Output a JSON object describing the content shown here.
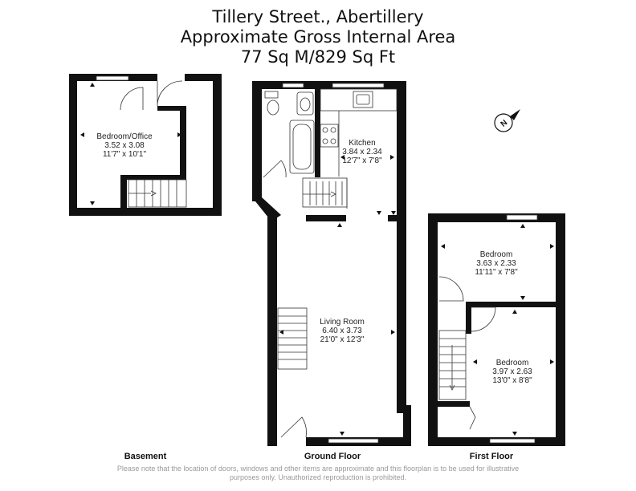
{
  "title": {
    "line1": "Tillery Street., Abertillery",
    "line2": "Approximate Gross Internal Area",
    "line3": "77 Sq M/829 Sq Ft"
  },
  "rooms": {
    "bedroom_office": {
      "name": "Bedroom/Office",
      "metric": "3.52 x 3.08",
      "imperial": "11'7\" x 10'1\""
    },
    "kitchen": {
      "name": "Kitchen",
      "metric": "3.84 x 2.34",
      "imperial": "12'7\" x 7'8\""
    },
    "living_room": {
      "name": "Living Room",
      "metric": "6.40 x 3.73",
      "imperial": "21'0\" x 12'3\""
    },
    "bedroom_1": {
      "name": "Bedroom",
      "metric": "3.63 x 2.33",
      "imperial": "11'11\" x 7'8\""
    },
    "bedroom_2": {
      "name": "Bedroom",
      "metric": "3.97 x 2.63",
      "imperial": "13'0\" x 8'8\""
    }
  },
  "floors": {
    "basement": "Basement",
    "ground": "Ground Floor",
    "first": "First Floor"
  },
  "compass": {
    "letter": "N"
  },
  "disclaimer": {
    "line1": "Please note that the location of doors, windows and other items are approximate and this floorplan is to be used for illustrative",
    "line2": "purposes only. Unauthorized reproduction is prohibited."
  },
  "colors": {
    "wall": "#111111",
    "line": "#333333",
    "text": "#222222",
    "disclaimer": "#999999"
  }
}
